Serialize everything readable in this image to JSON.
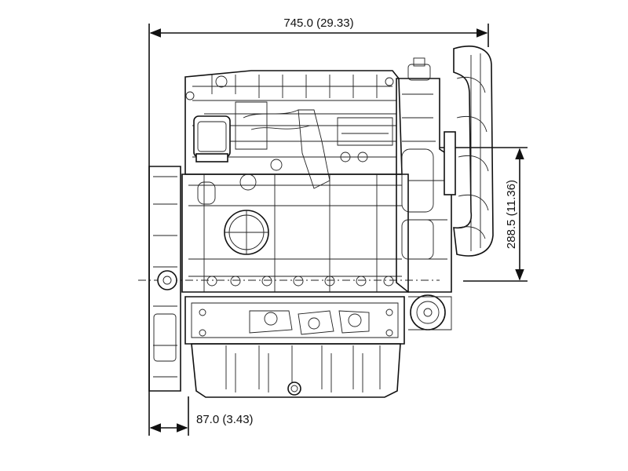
{
  "dimensions": {
    "overall_length": "745.0 (29.33)",
    "height_from_crank": "288.5 (11.36)",
    "rear_offset": "87.0 (3.43)"
  },
  "colors": {
    "line": "#111111",
    "background": "#ffffff"
  }
}
